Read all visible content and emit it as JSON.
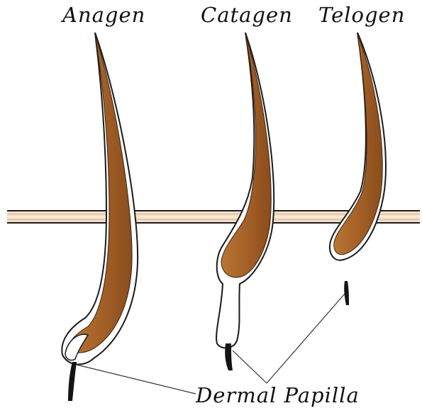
{
  "stages": [
    {
      "id": "anagen",
      "label": "Anagen"
    },
    {
      "id": "catagen",
      "label": "Catagen"
    },
    {
      "id": "telogen",
      "label": "Telogen"
    }
  ],
  "callout": {
    "label": "Dermal Papilla"
  },
  "colors": {
    "hair_fill": "#a8652c",
    "hair_fill_dark": "#7a4418",
    "outline": "#1a1a1a",
    "skin_band": "#e9c9a6",
    "papilla": "#141414",
    "background": "#ffffff"
  }
}
